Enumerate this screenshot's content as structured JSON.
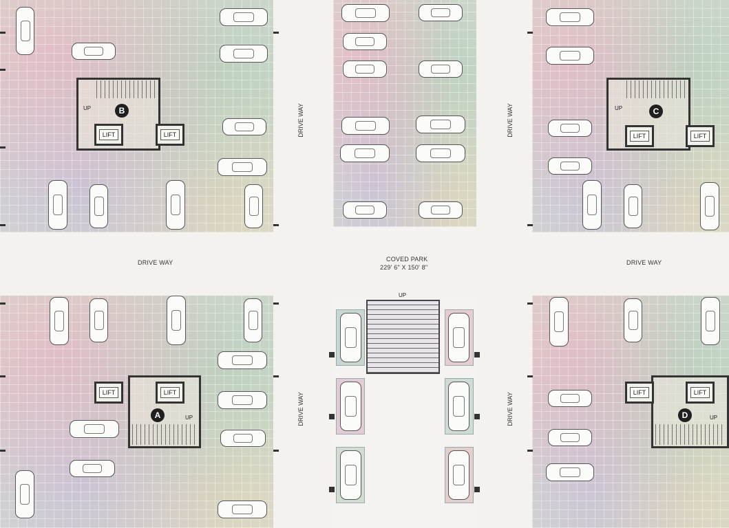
{
  "drive_way_label": "DRIVE WAY",
  "covered_park": {
    "title": "COVED PARK",
    "dimensions": "229' 6\" X 150' 8\""
  },
  "up_label": "UP",
  "lift_label": "LIFT",
  "blocks": [
    {
      "id": "A"
    },
    {
      "id": "B"
    },
    {
      "id": "C"
    },
    {
      "id": "D"
    }
  ],
  "colors": {
    "tile_base": "#d7d9cf",
    "drive_way": "#f3f2ef",
    "wall": "#333333",
    "badge": "#1f1f1f"
  }
}
